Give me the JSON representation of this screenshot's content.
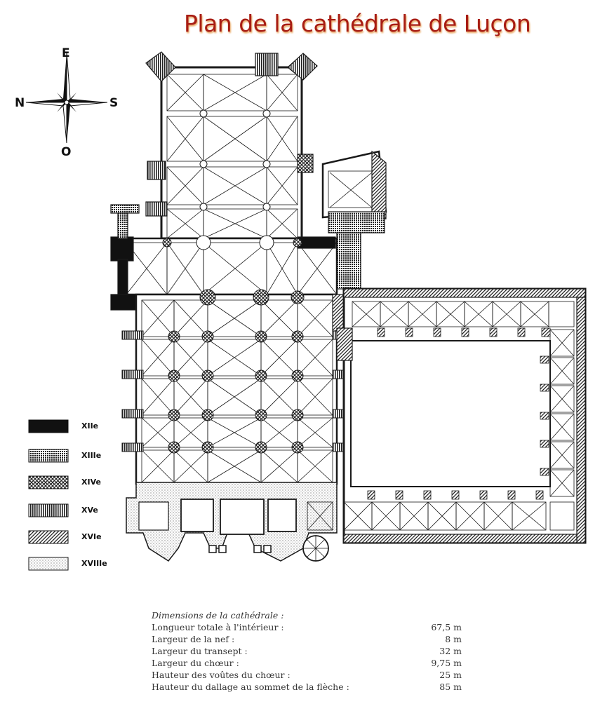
{
  "title": "Plan de la cathédrale de Luçon",
  "compass": {
    "east": "E",
    "north": "N",
    "south": "S",
    "west": "O"
  },
  "legend": [
    {
      "label": "XIIe",
      "pattern": "solid"
    },
    {
      "label": "XIIIe",
      "pattern": "dense-grid"
    },
    {
      "label": "XIVe",
      "pattern": "crosshatch"
    },
    {
      "label": "XVe",
      "pattern": "vertical-lines"
    },
    {
      "label": "XVIe",
      "pattern": "diagonal-lines"
    },
    {
      "label": "XVIIIe",
      "pattern": "dots"
    }
  ],
  "dimensions": {
    "heading": "Dimensions de la cathédrale :",
    "rows": [
      {
        "label": "Longueur totale à l'intérieur :",
        "value": "67,5 m"
      },
      {
        "label": "Largeur de la nef :",
        "value": "8 m"
      },
      {
        "label": "Largeur du transept :",
        "value": "32 m"
      },
      {
        "label": "Largeur du chœur :",
        "value": "9,75 m"
      },
      {
        "label": "Hauteur des voûtes du chœur :",
        "value": "25 m"
      },
      {
        "label": "Hauteur du dallage au sommet de la flèche :",
        "value": "85 m"
      }
    ]
  },
  "colors": {
    "title": "#a81d14",
    "title_glow": "#e8a45a",
    "ink": "#1a1a1a"
  }
}
